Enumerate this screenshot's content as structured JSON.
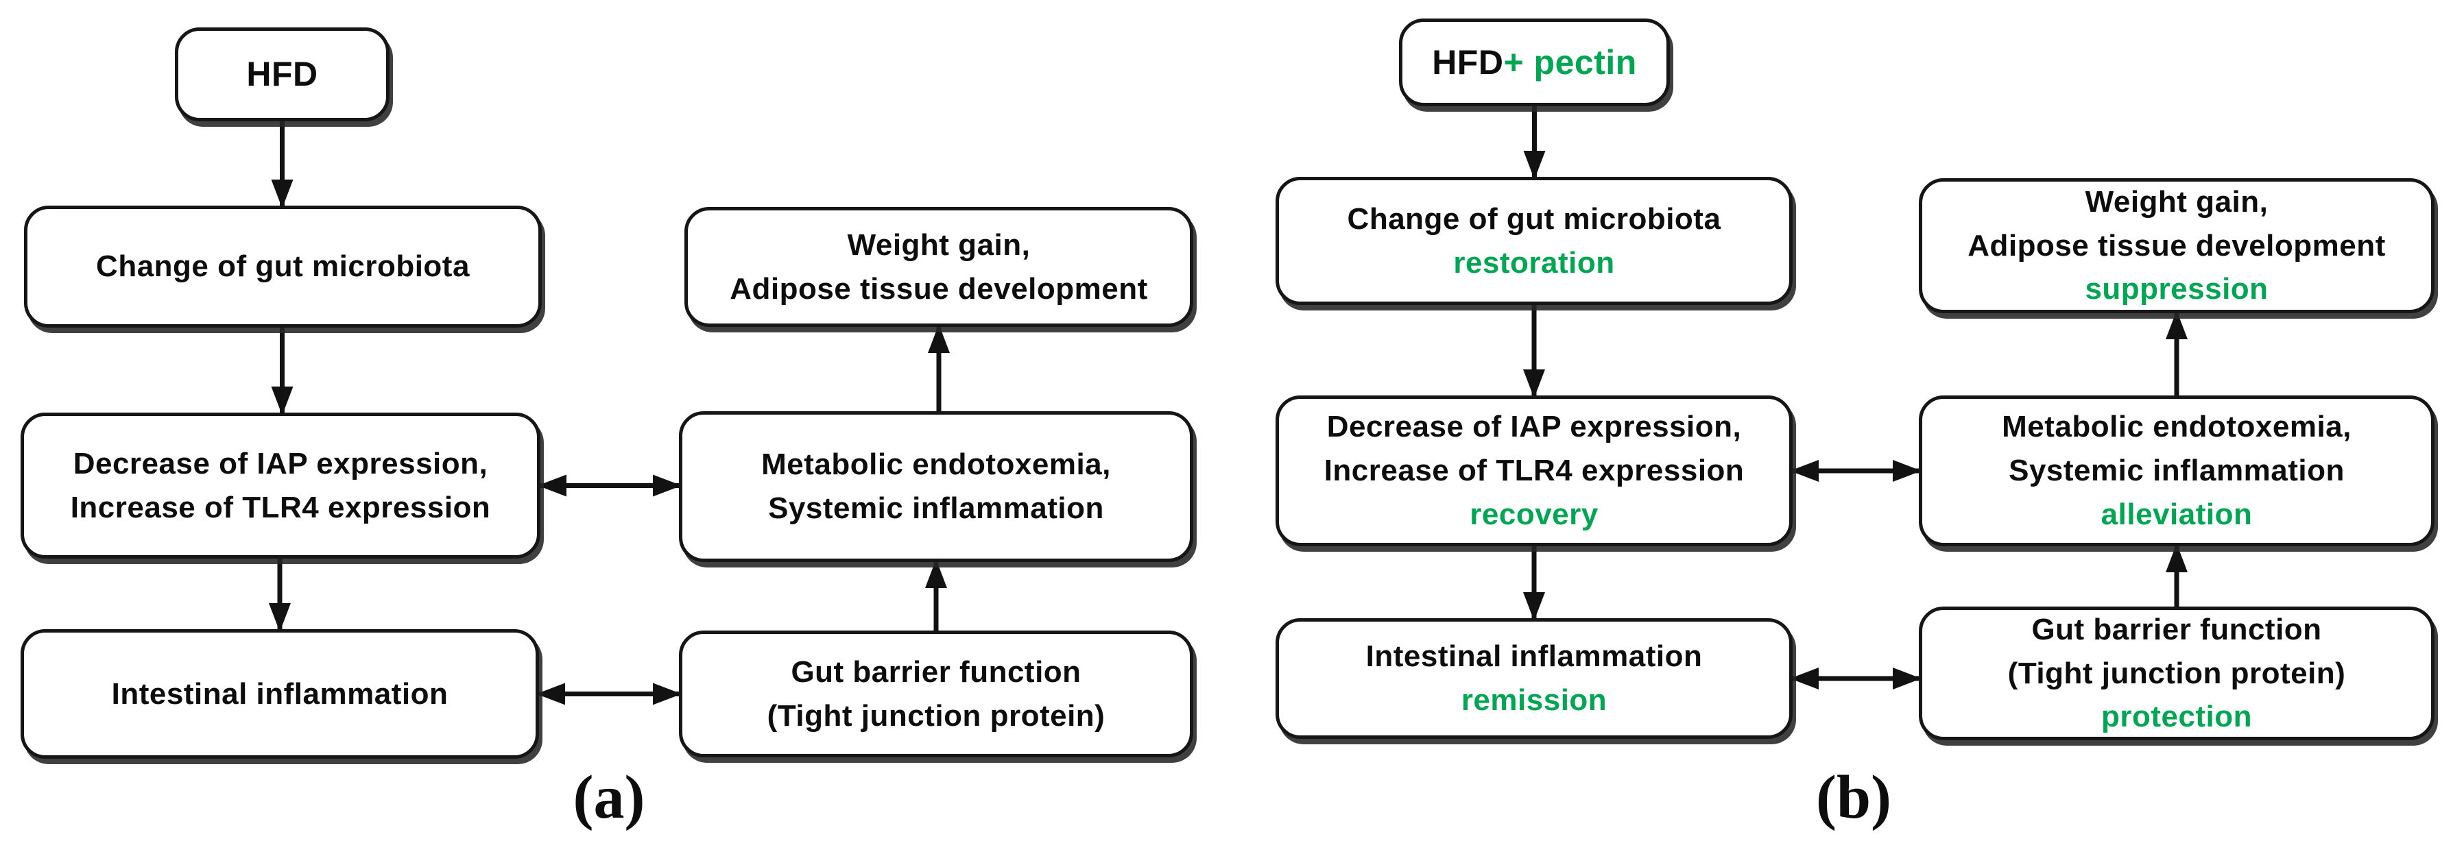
{
  "figure": {
    "colors": {
      "background": "#ffffff",
      "box_border": "#161616",
      "text_black": "#0d0d0d",
      "accent_green": "#00a651",
      "arrow": "#121212"
    },
    "panels": [
      {
        "id": "a",
        "label": "(a)",
        "nodes": [
          {
            "id": "a-hfd",
            "lines": [
              [
                {
                  "t": "HFD",
                  "c": "black"
                }
              ]
            ]
          },
          {
            "id": "a-microbiota",
            "lines": [
              [
                {
                  "t": "Change of gut microbiota",
                  "c": "black"
                }
              ]
            ]
          },
          {
            "id": "a-iap",
            "lines": [
              [
                {
                  "t": "Decrease of IAP expression,",
                  "c": "black"
                }
              ],
              [
                {
                  "t": "Increase of TLR4 expression",
                  "c": "black"
                }
              ]
            ]
          },
          {
            "id": "a-intestinal",
            "lines": [
              [
                {
                  "t": "Intestinal inflammation",
                  "c": "black"
                }
              ]
            ]
          },
          {
            "id": "a-weight",
            "lines": [
              [
                {
                  "t": "Weight gain,",
                  "c": "black"
                }
              ],
              [
                {
                  "t": "Adipose tissue development",
                  "c": "black"
                }
              ]
            ]
          },
          {
            "id": "a-metabolic",
            "lines": [
              [
                {
                  "t": "Metabolic endotoxemia,",
                  "c": "black"
                }
              ],
              [
                {
                  "t": "Systemic inflammation",
                  "c": "black"
                }
              ]
            ]
          },
          {
            "id": "a-gutbarrier",
            "lines": [
              [
                {
                  "t": "Gut barrier function",
                  "c": "black"
                }
              ],
              [
                {
                  "t": "(Tight junction protein)",
                  "c": "black"
                }
              ]
            ]
          }
        ]
      },
      {
        "id": "b",
        "label": "(b)",
        "nodes": [
          {
            "id": "b-hfd",
            "lines": [
              [
                {
                  "t": "HFD",
                  "c": "black"
                },
                {
                  "t": "+ pectin",
                  "c": "green"
                }
              ]
            ]
          },
          {
            "id": "b-microbiota",
            "lines": [
              [
                {
                  "t": "Change of gut microbiota",
                  "c": "black"
                }
              ],
              [
                {
                  "t": "restoration",
                  "c": "green"
                }
              ]
            ]
          },
          {
            "id": "b-iap",
            "lines": [
              [
                {
                  "t": "Decrease of IAP expression,",
                  "c": "black"
                }
              ],
              [
                {
                  "t": "Increase of TLR4 expression",
                  "c": "black"
                }
              ],
              [
                {
                  "t": "recovery",
                  "c": "green"
                }
              ]
            ]
          },
          {
            "id": "b-intestinal",
            "lines": [
              [
                {
                  "t": "Intestinal inflammation",
                  "c": "black"
                }
              ],
              [
                {
                  "t": "remission",
                  "c": "green"
                }
              ]
            ]
          },
          {
            "id": "b-weight",
            "lines": [
              [
                {
                  "t": "Weight gain,",
                  "c": "black"
                }
              ],
              [
                {
                  "t": "Adipose tissue development",
                  "c": "black"
                }
              ],
              [
                {
                  "t": "suppression",
                  "c": "green"
                }
              ]
            ]
          },
          {
            "id": "b-metabolic",
            "lines": [
              [
                {
                  "t": "Metabolic endotoxemia,",
                  "c": "black"
                }
              ],
              [
                {
                  "t": "Systemic inflammation",
                  "c": "black"
                }
              ],
              [
                {
                  "t": "alleviation",
                  "c": "green"
                }
              ]
            ]
          },
          {
            "id": "b-gutbarrier",
            "lines": [
              [
                {
                  "t": "Gut barrier function",
                  "c": "black"
                }
              ],
              [
                {
                  "t": "(Tight junction protein)",
                  "c": "black"
                }
              ],
              [
                {
                  "t": "protection",
                  "c": "green"
                }
              ]
            ]
          }
        ]
      }
    ],
    "connections": [
      {
        "from": "a-hfd",
        "to": "a-microbiota",
        "orientation": "vertical",
        "heads": "to"
      },
      {
        "from": "a-microbiota",
        "to": "a-iap",
        "orientation": "vertical",
        "heads": "to"
      },
      {
        "from": "a-iap",
        "to": "a-intestinal",
        "orientation": "vertical",
        "heads": "to"
      },
      {
        "from": "a-iap",
        "to": "a-metabolic",
        "orientation": "horizontal",
        "heads": "both"
      },
      {
        "from": "a-intestinal",
        "to": "a-gutbarrier",
        "orientation": "horizontal",
        "heads": "both"
      },
      {
        "from": "a-gutbarrier",
        "to": "a-metabolic",
        "orientation": "vertical",
        "heads": "to"
      },
      {
        "from": "a-metabolic",
        "to": "a-weight",
        "orientation": "vertical",
        "heads": "to"
      },
      {
        "from": "b-hfd",
        "to": "b-microbiota",
        "orientation": "vertical",
        "heads": "to"
      },
      {
        "from": "b-microbiota",
        "to": "b-iap",
        "orientation": "vertical",
        "heads": "to"
      },
      {
        "from": "b-iap",
        "to": "b-intestinal",
        "orientation": "vertical",
        "heads": "to"
      },
      {
        "from": "b-iap",
        "to": "b-metabolic",
        "orientation": "horizontal",
        "heads": "both"
      },
      {
        "from": "b-intestinal",
        "to": "b-gutbarrier",
        "orientation": "horizontal",
        "heads": "both"
      },
      {
        "from": "b-gutbarrier",
        "to": "b-metabolic",
        "orientation": "vertical",
        "heads": "to"
      },
      {
        "from": "b-metabolic",
        "to": "b-weight",
        "orientation": "vertical",
        "heads": "to"
      }
    ]
  }
}
